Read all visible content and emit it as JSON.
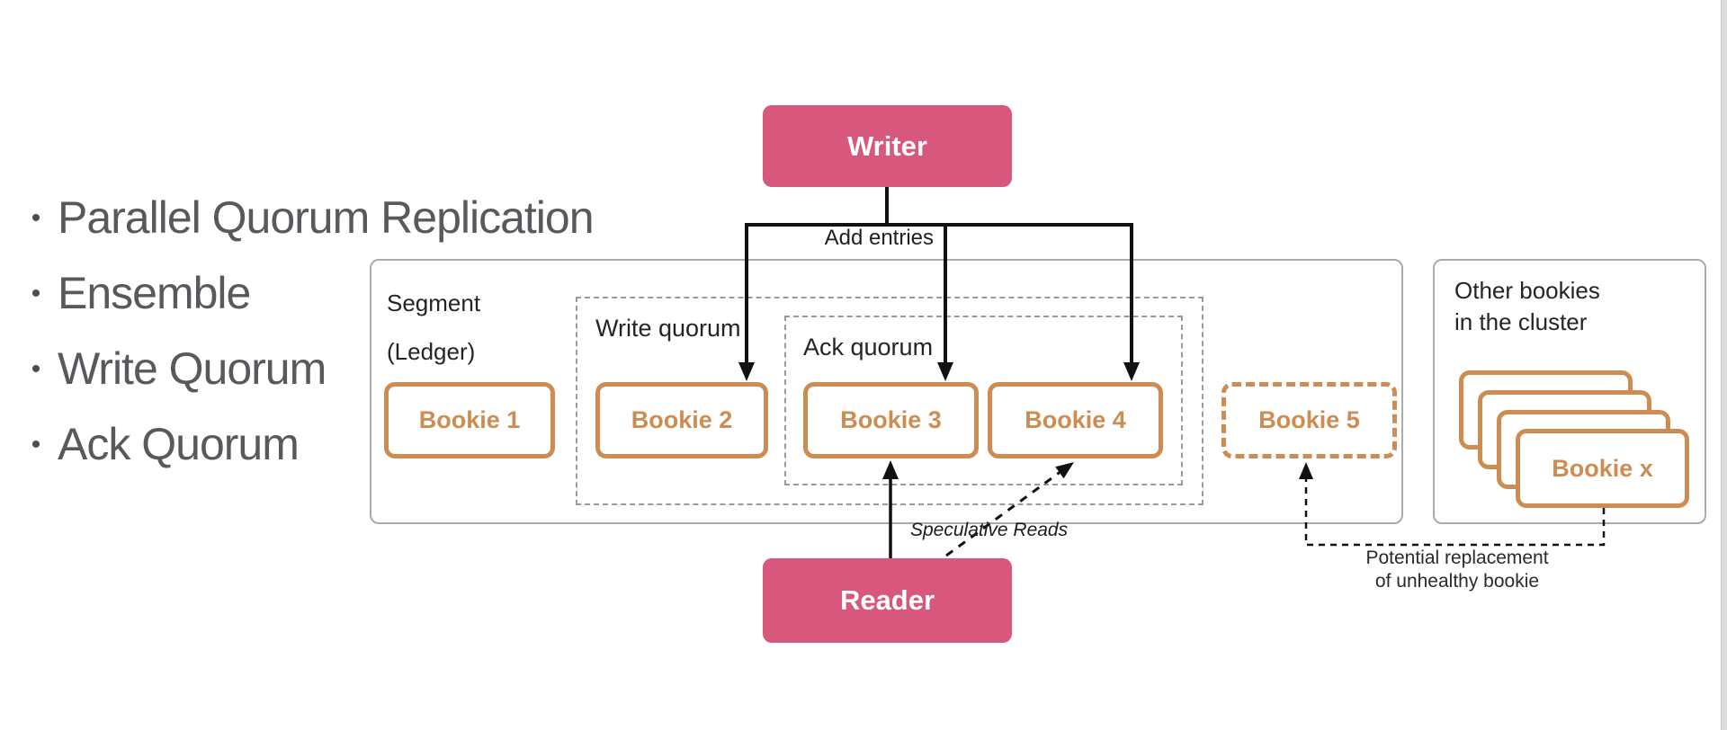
{
  "slide": {
    "bullets": [
      "Parallel Quorum Replication",
      "Ensemble",
      "Write Quorum",
      "Ack Quorum"
    ],
    "bullet_marker": "•"
  },
  "diagram": {
    "writer_label": "Writer",
    "reader_label": "Reader",
    "add_entries_label": "Add entries",
    "segment_label_line1": "Segment",
    "segment_label_line2": "(Ledger)",
    "write_quorum_label": "Write quorum",
    "ack_quorum_label": "Ack quorum",
    "bookies": [
      {
        "label": "Bookie 1"
      },
      {
        "label": "Bookie 2"
      },
      {
        "label": "Bookie 3"
      },
      {
        "label": "Bookie 4"
      },
      {
        "label": "Bookie 5"
      }
    ],
    "other_bookies": {
      "title_line1": "Other bookies",
      "title_line2": "in the cluster",
      "card_label": "Bookie x",
      "stack_count": 4
    },
    "speculative_reads_label": "Speculative Reads",
    "replacement_label_line1": "Potential replacement",
    "replacement_label_line2": "of unhealthy bookie"
  },
  "theme": {
    "pink": "#d8577d",
    "orange": "#cd8c52",
    "ink": "#242424",
    "line": "#111111",
    "box_border": "#ababab",
    "dash": "#9a9a9a",
    "bullet_ink": "#57595d",
    "scroll_track": "#dcdcdc"
  }
}
